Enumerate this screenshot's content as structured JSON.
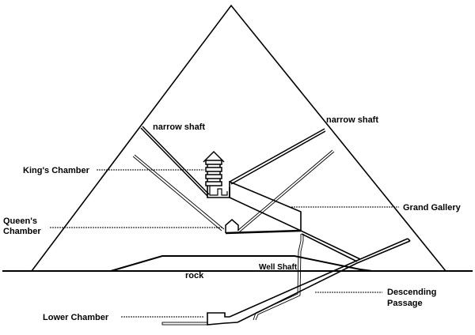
{
  "title": "Cross-section of the Great Pyramid",
  "colors": {
    "line": "#000000",
    "background": "#ffffff"
  },
  "labels": {
    "narrow_shaft_left": "narrow shaft",
    "narrow_shaft_right": "narrow shaft",
    "kings_chamber": "King's Chamber",
    "queens_chamber_line1": "Queen's",
    "queens_chamber_line2": "Chamber",
    "grand_gallery": "Grand Gallery",
    "well_shaft": "Well Shaft",
    "rock": "rock",
    "descending_line1": "Descending",
    "descending_line2": "Passage",
    "lower_chamber": "Lower Chamber"
  }
}
